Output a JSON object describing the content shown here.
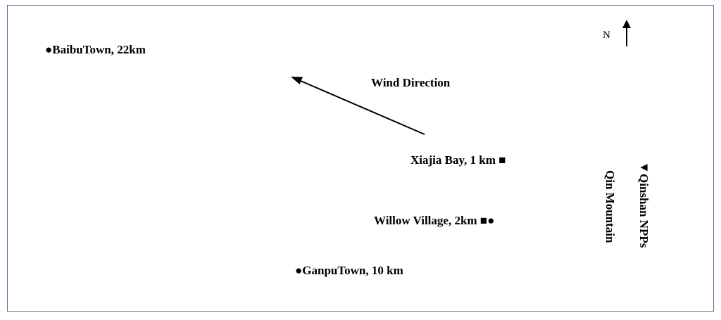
{
  "north": {
    "letter": "N"
  },
  "wind": {
    "label": "Wind Direction"
  },
  "places": {
    "baibu": "●BaibuTown, 22km",
    "xiajia": "Xiajia Bay, 1 km ■",
    "willow": "Willow Village, 2km ■●",
    "ganpu": "●GanpuTown, 10 km",
    "qin_mountain": "Qin Mountain",
    "qinshan": "◄Qinshan NPPs"
  },
  "colors": {
    "frame": "#6f6a9e",
    "ink": "#000000"
  }
}
